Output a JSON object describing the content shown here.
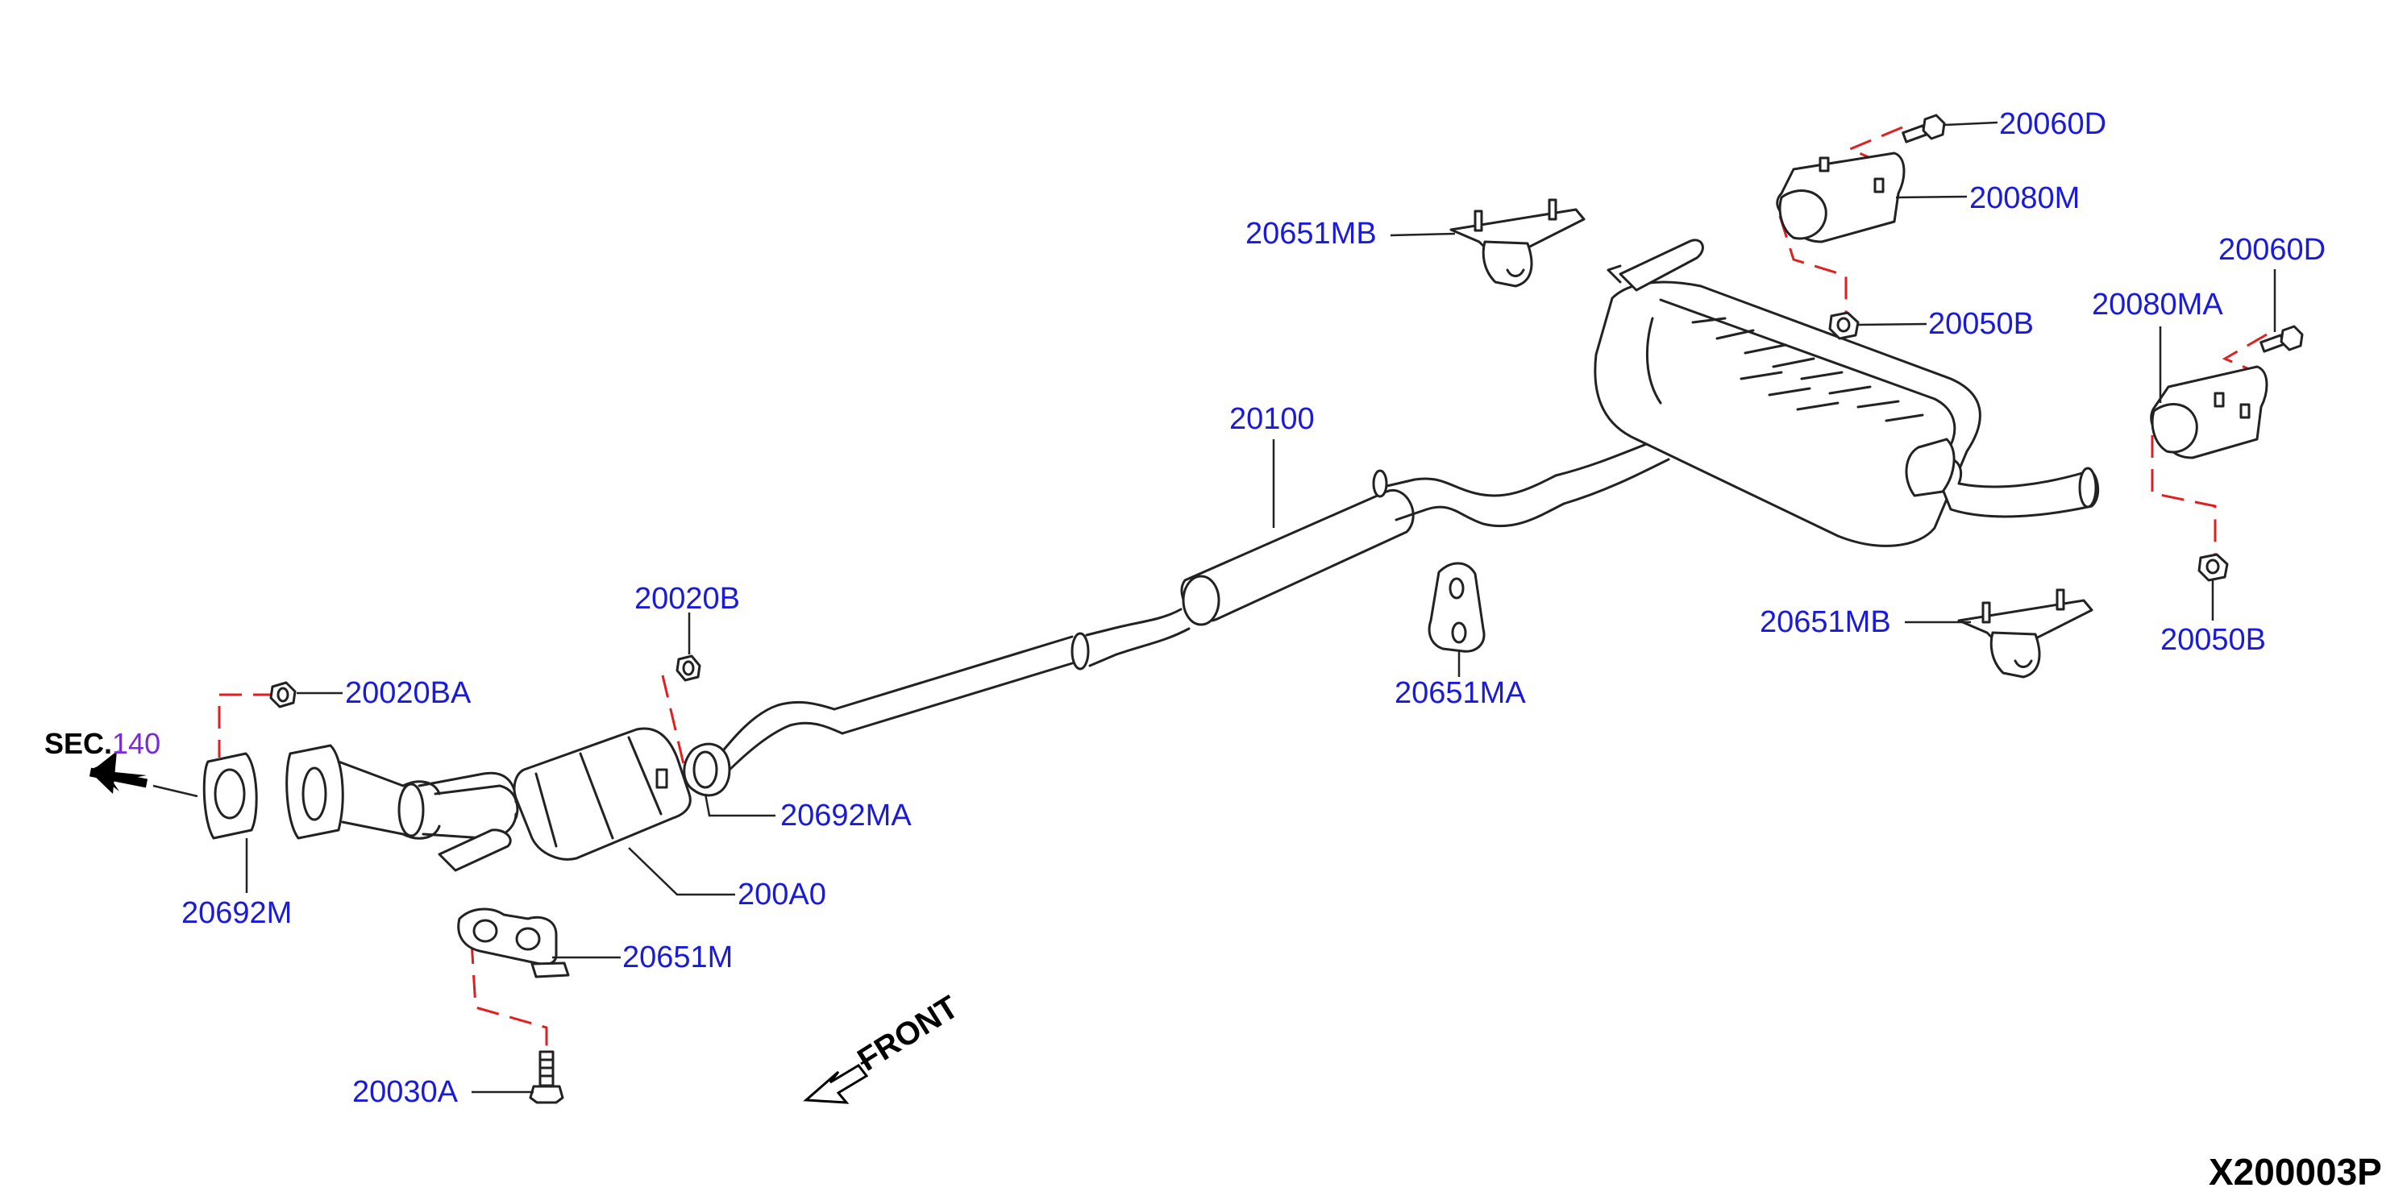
{
  "diagram": {
    "section_ref": {
      "prefix": "SEC.",
      "number": "140"
    },
    "front_label": "FRONT",
    "drawing_code": "X200003P",
    "callouts": {
      "p20060D_top": "20060D",
      "p20080M": "20080M",
      "p20651MB_top": "20651MB",
      "p20050B_top": "20050B",
      "p20060D_right": "20060D",
      "p20080MA": "20080MA",
      "p20100": "20100",
      "p20020B": "20020B",
      "p20020BA": "20020BA",
      "p20651MA": "20651MA",
      "p20651MB_bottom": "20651MB",
      "p20050B_right": "20050B",
      "p20692MA": "20692MA",
      "p20692M": "20692M",
      "p200A0": "200A0",
      "p20651M": "20651M",
      "p20030A": "20030A"
    },
    "colors": {
      "callout": "#1a1adb",
      "section_number": "#7a2bd8",
      "dashed_guides": "#e02020",
      "line_art": "#222222"
    }
  }
}
